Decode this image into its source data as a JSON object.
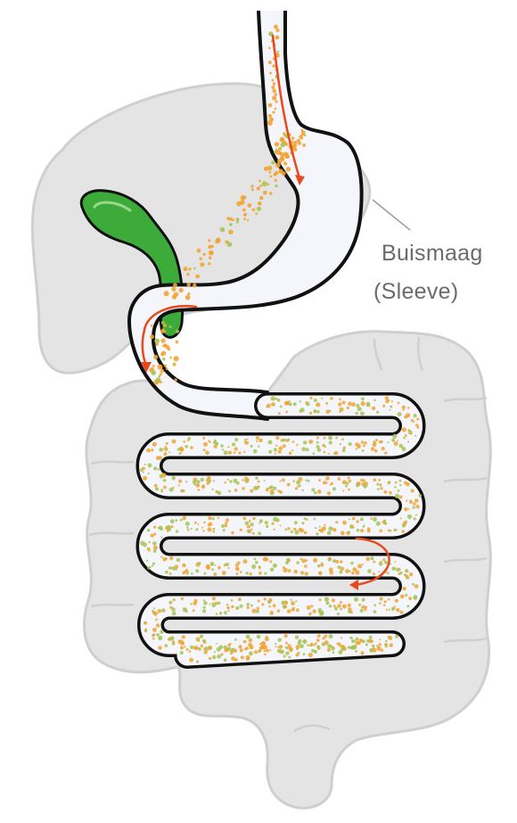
{
  "figure": {
    "callout": {
      "line1": "Buismaag",
      "line2": "(Sleeve)"
    }
  },
  "colors": {
    "organ_fill": "#e4e4e4",
    "organ_stroke": "#c9c9c9",
    "tube_fill": "#f4f6fb",
    "tube_outline": "#111111",
    "gallbladder": "#3cab3a",
    "particle_orange": "#f2a332",
    "particle_green": "#a6c454",
    "arrow": "#e8491d",
    "label_text": "#6b6b6b"
  },
  "icons": [
    "liver-shape",
    "colon-shape",
    "gallbladder-shape",
    "sleeve-stomach-shape",
    "small-intestine-shape",
    "flow-arrow"
  ]
}
